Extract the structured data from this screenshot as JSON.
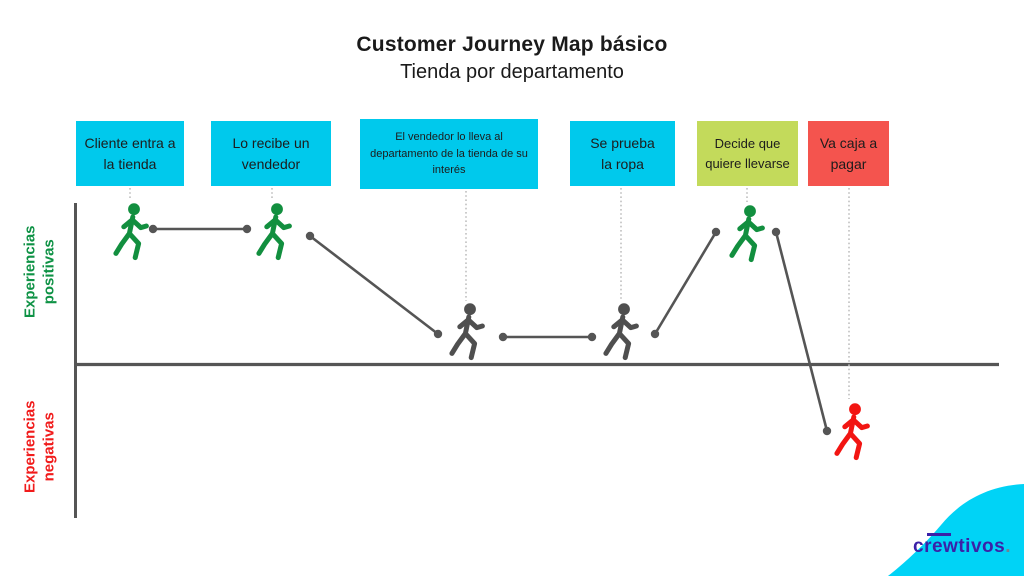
{
  "title": "Customer Journey Map básico",
  "subtitle": "Tienda por departamento",
  "axis": {
    "positive_label": "Experiencias positivas",
    "negative_label": "Experiencias negativas",
    "positive_color": "#0E9245",
    "negative_color": "#F11B1B",
    "line_color": "#555555"
  },
  "connector_color": "#555555",
  "guide_color": "#BFBFBF",
  "steps": [
    {
      "label": "Cliente entra a la tienda",
      "box_color": "#00C9EC",
      "icon": "walking-person",
      "icon_color": "#128F3F",
      "experience": "positive"
    },
    {
      "label": "Lo recibe un vendedor",
      "box_color": "#00C9EC",
      "icon": "walking-person",
      "icon_color": "#128F3F",
      "experience": "positive"
    },
    {
      "label": "El vendedor lo lleva al departamento de la tienda de su interés",
      "box_color": "#00C9EC",
      "icon": "walking-person",
      "icon_color": "#4F4F4F",
      "experience": "neutral"
    },
    {
      "label": "Se prueba la ropa",
      "box_color": "#00C9EC",
      "icon": "walking-person",
      "icon_color": "#4F4F4F",
      "experience": "neutral"
    },
    {
      "label": "Decide que quiere llevarse",
      "box_color": "#C3DA5B",
      "icon": "walking-person",
      "icon_color": "#128F3F",
      "experience": "positive"
    },
    {
      "label": "Va caja a pagar",
      "box_color": "#F4544E",
      "icon": "walking-person",
      "icon_color": "#F21512",
      "experience": "negative"
    }
  ],
  "logo": {
    "text": "crewtivos",
    "dot": ".",
    "text_color": "#3B21A8",
    "dot_color": "#6E8491",
    "blob_color": "#00D3F6"
  }
}
